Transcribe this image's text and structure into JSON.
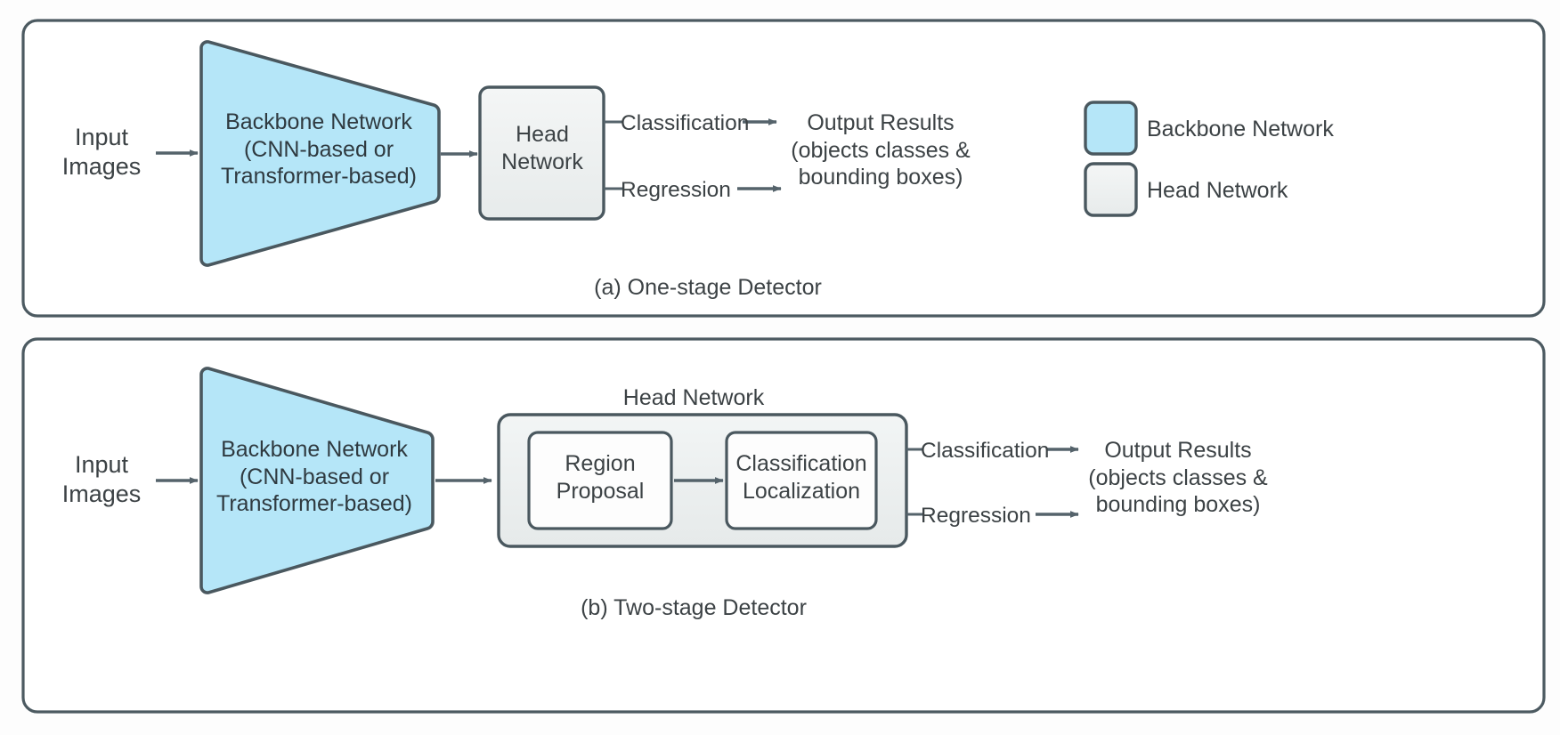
{
  "figure": {
    "title": "Object detection architectures: one-stage vs two-stage detector",
    "colors": {
      "backbone_fill": "#b5e6f8",
      "head_fill": "#eef1f1",
      "stroke": "#4a585f",
      "panel_stroke": "#4c5a61",
      "text": "#3c4245",
      "arrow": "#55636b",
      "background": "#fdfdfd"
    }
  },
  "panel_a": {
    "caption": "(a) One-stage Detector",
    "input": "Input\nImages",
    "backbone": "Backbone Network\n(CNN-based or\nTransformer-based)",
    "head": "Head\nNetwork",
    "edge_classification": "Classification",
    "edge_regression": "Regression",
    "output": "Output Results\n(objects classes &\nbounding boxes)"
  },
  "panel_b": {
    "caption": "(b) Two-stage Detector",
    "input": "Input\nImages",
    "backbone": "Backbone Network\n(CNN-based or\nTransformer-based)",
    "head_title": "Head Network",
    "stage_one": "Region\nProposal",
    "stage_two": "Classification\nLocalization",
    "edge_classification": "Classification",
    "edge_regression": "Regression",
    "output": "Output Results\n(objects classes &\nbounding boxes)"
  },
  "legend": {
    "items": [
      {
        "label": "Backbone Network",
        "swatch": "backbone"
      },
      {
        "label": "Head Network",
        "swatch": "head"
      }
    ]
  }
}
